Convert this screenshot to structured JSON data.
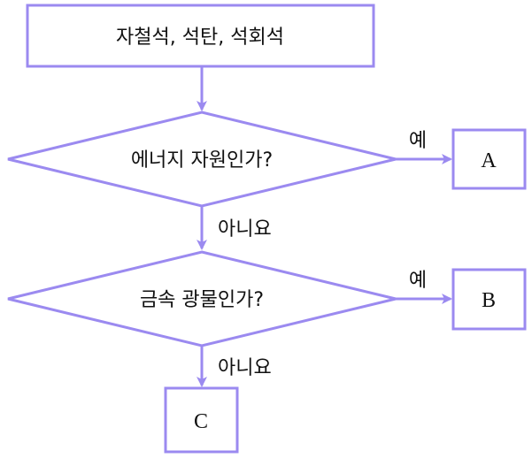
{
  "colors": {
    "stroke": "#9B8AF0",
    "text": "#111111",
    "background": "#ffffff"
  },
  "nodes": {
    "start": "자철석, 석탄, 석회석",
    "decision1": "에너지 자원인가?",
    "decision2": "금속 광물인가?",
    "result_a": "A",
    "result_b": "B",
    "result_c": "C"
  },
  "edges": {
    "yes1": "예",
    "no1": "아니요",
    "yes2": "예",
    "no2": "아니요"
  }
}
